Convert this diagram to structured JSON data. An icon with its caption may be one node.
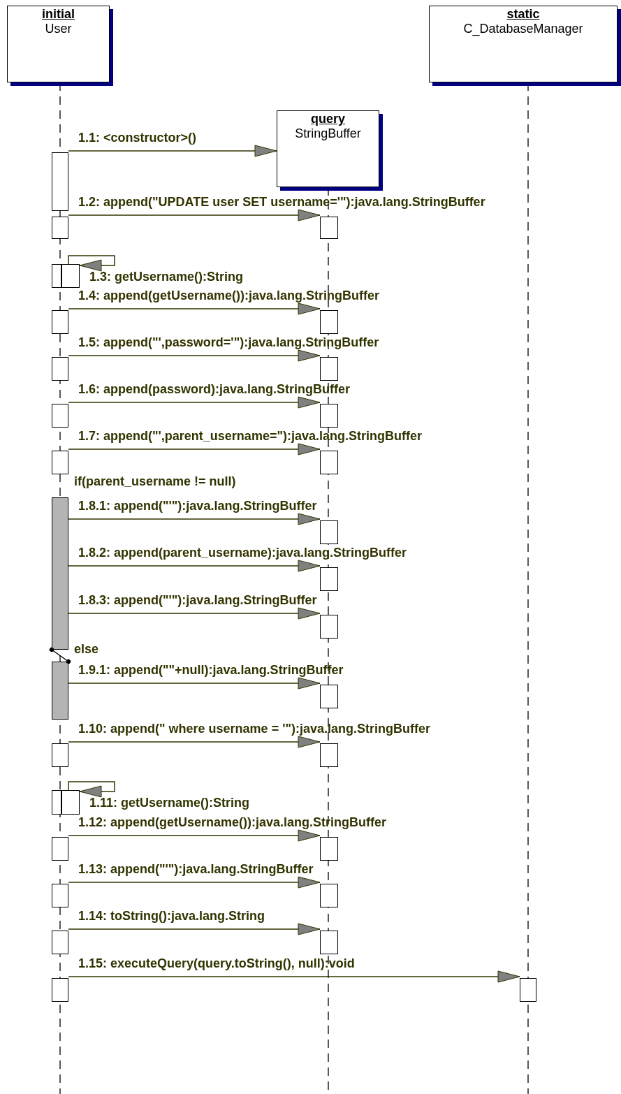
{
  "diagram": {
    "nodes": [
      {
        "text": [
          "initial",
          "User"
        ]
      },
      {
        "text": [
          "query",
          "StringBuffer"
        ]
      },
      {
        "text": [
          "static",
          "C_DatabaseManager"
        ]
      },
      {
        "text": [],
        "shape": "bar"
      },
      {
        "text": [],
        "shape": "bar"
      },
      {
        "text": [],
        "shape": "bar"
      },
      {
        "text": [],
        "shape": "bar"
      },
      {
        "text": [],
        "shape": "bar"
      },
      {
        "text": [],
        "shape": "bar"
      },
      {
        "text": [],
        "shape": "bar"
      },
      {
        "text": [],
        "shape": "bar"
      },
      {
        "text": [],
        "shape": "bar"
      },
      {
        "text": [],
        "shape": "bar"
      },
      {
        "text": [],
        "shape": "bar"
      },
      {
        "text": [],
        "shape": "bar"
      },
      {
        "text": [],
        "shape": "bar"
      },
      {
        "text": [],
        "shape": "bar"
      },
      {
        "text": [],
        "shape": "bar"
      },
      {
        "text": [],
        "shape": "bar"
      },
      {
        "text": [],
        "shape": "bar"
      },
      {
        "text": [],
        "shape": "bar"
      },
      {
        "text": [],
        "shape": "bar"
      },
      {
        "text": [],
        "shape": "bar"
      },
      {
        "text": [],
        "shape": "bar"
      },
      {
        "text": [],
        "shape": "bar"
      },
      {
        "text": [],
        "shape": "bar"
      },
      {
        "text": [],
        "shape": "bar"
      },
      {
        "text": [],
        "shape": "bar"
      },
      {
        "text": [],
        "shape": "bar"
      },
      {
        "text": [],
        "shape": "bar"
      },
      {
        "text": [],
        "shape": "bar"
      },
      {
        "text": [],
        "shape": "bar"
      },
      {
        "text": [],
        "shape": "bar"
      },
      {
        "text": [],
        "shape": "bar"
      }
    ],
    "edges": [
      {
        "from": 3,
        "to": 1,
        "arrow": "to",
        "label": "1.1: <constructor>()"
      },
      {
        "from": 4,
        "to": 5,
        "arrow": "to",
        "label": "1.2: append(\"UPDATE user SET username='\"):java.lang.StringBuffer"
      },
      {
        "from": 6,
        "to": 7,
        "arrow": "to",
        "label": "1.3: getUsername():String"
      },
      {
        "from": 8,
        "to": 9,
        "arrow": "to",
        "label": "1.4: append(getUsername()):java.lang.StringBuffer"
      },
      {
        "from": 10,
        "to": 11,
        "arrow": "to",
        "label": "1.5: append(\"',password='\"):java.lang.StringBuffer"
      },
      {
        "from": 12,
        "to": 13,
        "arrow": "to",
        "label": "1.6: append(password):java.lang.StringBuffer"
      },
      {
        "from": 14,
        "to": 15,
        "arrow": "to",
        "label": "1.7: append(\"',parent_username=\"):java.lang.StringBuffer"
      },
      {
        "from": 16,
        "to": 17,
        "arrow": "to",
        "label": "1.8.1: append(\"'\"):java.lang.StringBuffer"
      },
      {
        "from": 16,
        "to": 18,
        "arrow": "to",
        "label": "1.8.2: append(parent_username):java.lang.StringBuffer"
      },
      {
        "from": 16,
        "to": 19,
        "arrow": "to",
        "label": "1.8.3: append(\"'\"):java.lang.StringBuffer"
      },
      {
        "from": 16,
        "to": 20,
        "arrow": "other"
      },
      {
        "from": 20,
        "to": 21,
        "arrow": "to",
        "label": "1.9.1: append(\"\"+null):java.lang.StringBuffer"
      },
      {
        "from": 22,
        "to": 23,
        "arrow": "to",
        "label": "1.10: append(\" where username = '\"):java.lang.StringBuffer"
      },
      {
        "from": 24,
        "to": 25,
        "arrow": "to",
        "label": "1.11: getUsername():String"
      },
      {
        "from": 26,
        "to": 27,
        "arrow": "to",
        "label": "1.12: append(getUsername()):java.lang.StringBuffer"
      },
      {
        "from": 28,
        "to": 29,
        "arrow": "to",
        "label": "1.13: append(\"'\"):java.lang.StringBuffer"
      },
      {
        "from": 30,
        "to": 31,
        "arrow": "to",
        "label": "1.14: toString():java.lang.String"
      },
      {
        "from": 32,
        "to": 33,
        "arrow": "to",
        "label": "1.15: executeQuery(query.toString(), null):void"
      }
    ],
    "labels": [
      "if(parent_username != null)",
      "else"
    ]
  }
}
